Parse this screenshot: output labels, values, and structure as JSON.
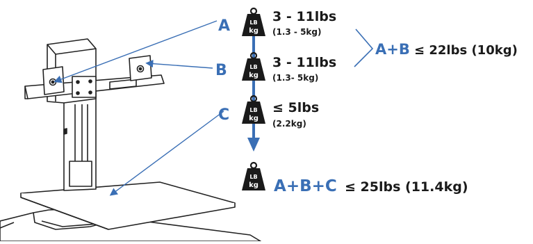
{
  "colors": {
    "accent": "#3a6fb5",
    "ink": "#1a1a1a",
    "weight_fill": "#1a1a1a",
    "line": "#222222"
  },
  "callouts": {
    "a": "A",
    "b": "B",
    "c": "C"
  },
  "weight_icon": {
    "unit_top": "LB",
    "unit_bottom": "kg"
  },
  "weights": {
    "a": {
      "main": "3 - 11lbs",
      "sub": "(1.3 - 5kg)"
    },
    "b": {
      "main": "3 - 11lbs",
      "sub": "(1.3- 5kg)"
    },
    "c": {
      "le": "≤",
      "main": " 5lbs",
      "sub": "(2.2kg)"
    }
  },
  "total_ab": {
    "a": "A",
    "plus": "+",
    "b": "B",
    "le": "≤",
    "value": " 22lbs (10kg)"
  },
  "total_abc": {
    "a": "A",
    "plus1": "+",
    "b": "B",
    "plus2": "+",
    "c": "C",
    "le": "≤",
    "value": " 25lbs (11.4kg)"
  }
}
